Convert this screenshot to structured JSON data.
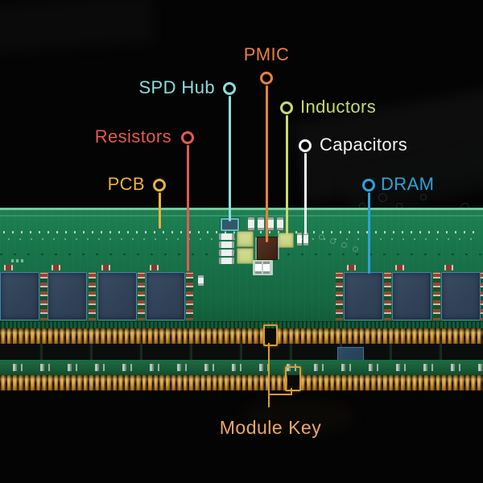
{
  "diagram": {
    "kind": "labeled-component-diagram",
    "callouts": [
      {
        "id": "pcb",
        "label": "PCB",
        "color": "#ECB23E"
      },
      {
        "id": "resistors",
        "label": "Resistors",
        "color": "#E25B50"
      },
      {
        "id": "spd-hub",
        "label": "SPD Hub",
        "color": "#8EDCDC"
      },
      {
        "id": "pmic",
        "label": "PMIC",
        "color": "#E8803E"
      },
      {
        "id": "inductors",
        "label": "Inductors",
        "color": "#CBD970"
      },
      {
        "id": "capacitors",
        "label": "Capacitors",
        "color": "#F5F5F5"
      },
      {
        "id": "dram",
        "label": "DRAM",
        "color": "#2EA2DB"
      },
      {
        "id": "module-key",
        "label": "Module Key",
        "color": "#ECA865"
      }
    ],
    "palette": {
      "background": "#040404",
      "pcb_green": "#187349",
      "pcb_edge_highlight": "#87D4A8",
      "gold_pins": "#D09A38",
      "dram_chip": "#35465C",
      "dram_chip_border": "#3E86B4",
      "resistor_red": "#9C4434",
      "pmic_brown": "#46281A",
      "inductor_green": "#C9D586",
      "spd_chip_teal": "#5FBDBD",
      "capacitor_white": "#EEF0EE",
      "module_key_outline": "#D89B36"
    }
  }
}
